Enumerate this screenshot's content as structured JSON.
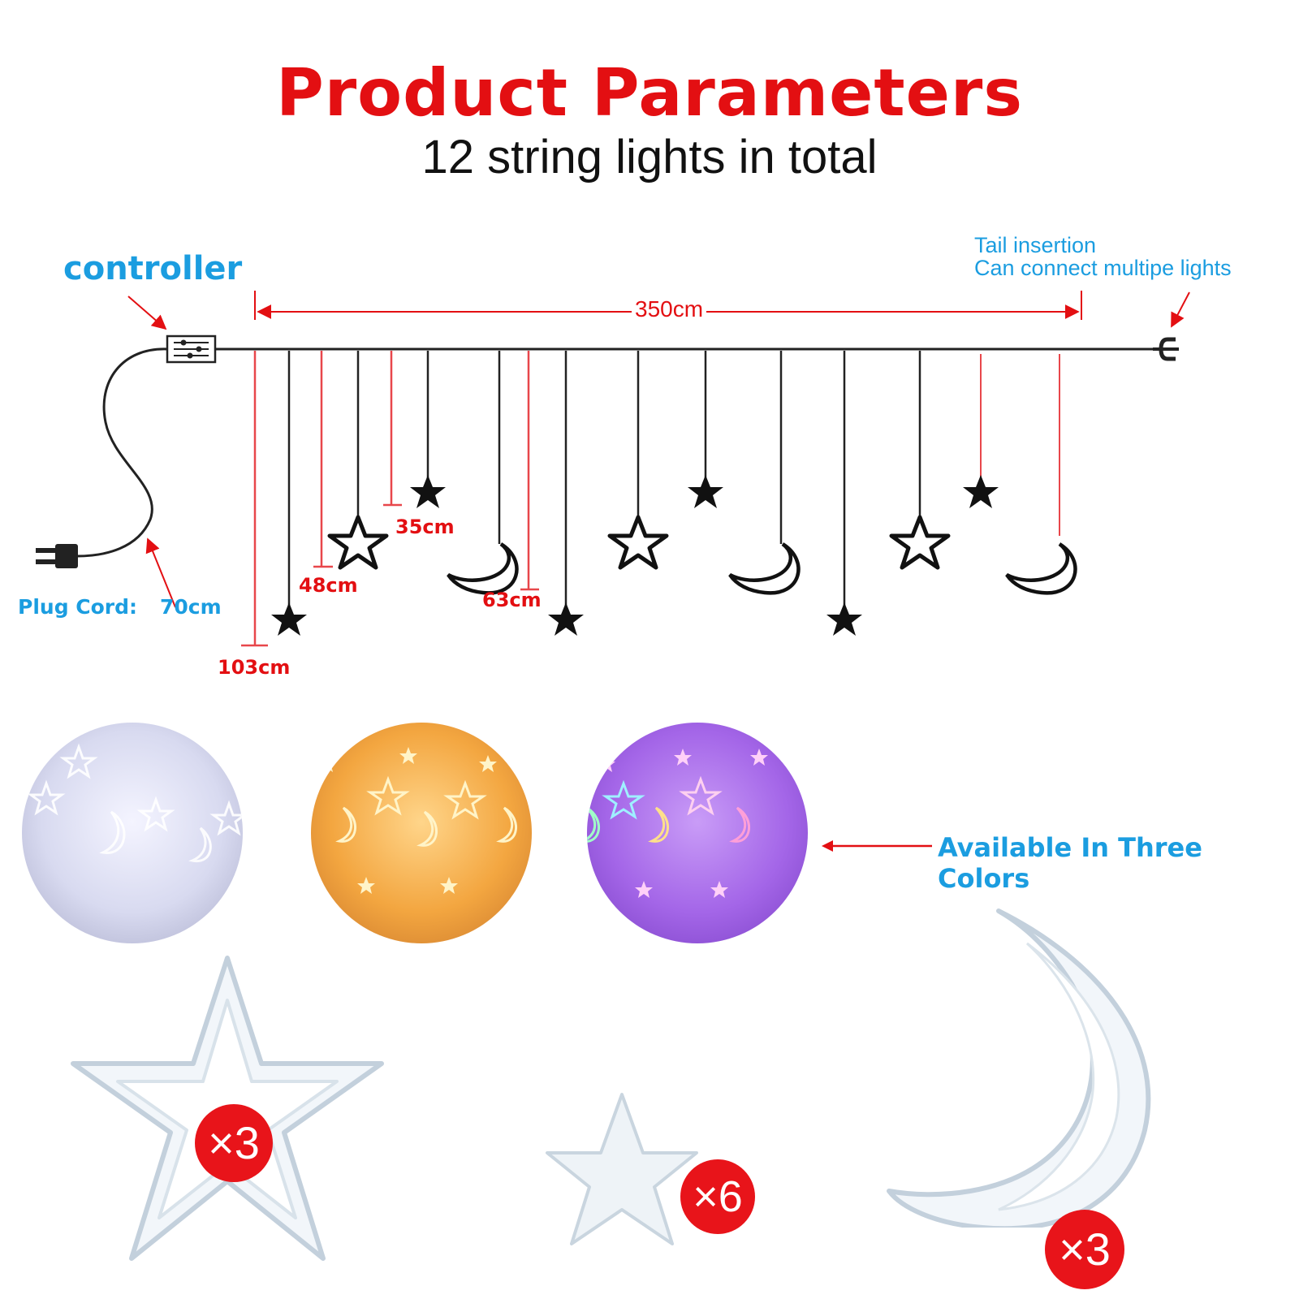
{
  "title": "Product Parameters",
  "subtitle": "12 string lights in total",
  "labels": {
    "controller": "controller",
    "tail_line1": "Tail insertion",
    "tail_line2": "Can connect multipe lights",
    "plug_cord": "Plug Cord:",
    "plug_cord_length": "70cm",
    "total_length": "350cm",
    "available": "Available In Three Colors"
  },
  "dimensions": [
    "103cm",
    "48cm",
    "35cm",
    "63cm"
  ],
  "colors": {
    "accent_red": "#e30f12",
    "label_blue": "#1b9de0",
    "line": "#222222"
  },
  "color_swatches": [
    {
      "name": "cool-white",
      "base": "#cfd2ec"
    },
    {
      "name": "warm-white",
      "base": "#f2a64a"
    },
    {
      "name": "multicolor",
      "base": "#a66be0"
    }
  ],
  "components": [
    {
      "shape": "hollow-star",
      "count": "×3"
    },
    {
      "shape": "solid-star",
      "count": "×6"
    },
    {
      "shape": "moon",
      "count": "×3"
    }
  ]
}
